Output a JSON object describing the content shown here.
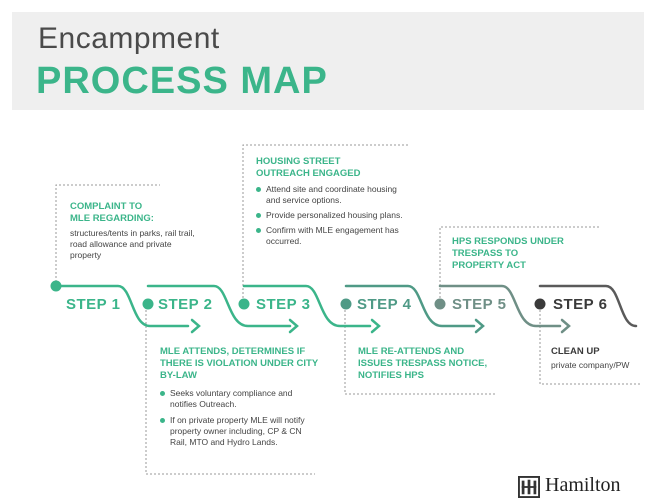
{
  "header": {
    "line1": "Encampment",
    "line2": "PROCESS MAP"
  },
  "colors": {
    "green": "#3bb58a",
    "dark": "#3a3a3a",
    "gray": "#8a8a8a"
  },
  "steps": [
    {
      "label": "STEP 1",
      "color": "#3bb58a"
    },
    {
      "label": "STEP 2",
      "color": "#3bb58a"
    },
    {
      "label": "STEP 3",
      "color": "#3bb58a"
    },
    {
      "label": "STEP 4",
      "color": "#4f9a86"
    },
    {
      "label": "STEP 5",
      "color": "#6f8f86"
    },
    {
      "label": "STEP 6",
      "color": "#3a3a3a"
    }
  ],
  "boxes": {
    "step1": {
      "title": "COMPLAINT TO MLE REGARDING:",
      "text": "structures/tents in parks, rail trail, road allowance and private property"
    },
    "step2": {
      "title": "MLE ATTENDS, DETERMINES IF THERE IS VIOLATION UNDER CITY BY-LAW",
      "bullets": [
        "Seeks voluntary compliance and notifies Outreach.",
        "If on private property MLE will notify property owner including, CP & CN Rail, MTO and Hydro Lands."
      ]
    },
    "step3": {
      "title": "HOUSING STREET OUTREACH ENGAGED",
      "bullets": [
        "Attend site and coordinate housing and service options.",
        "Provide personalized housing plans.",
        "Confirm with MLE engagement has occurred."
      ]
    },
    "step4": {
      "title": "MLE RE-ATTENDS AND ISSUES TRESPASS NOTICE, NOTIFIES HPS"
    },
    "step5": {
      "title": "HPS RESPONDS UNDER TRESPASS TO PROPERTY ACT"
    },
    "step6": {
      "title": "CLEAN UP",
      "text": "private company/PW"
    }
  },
  "logo": {
    "text": "Hamilton"
  }
}
